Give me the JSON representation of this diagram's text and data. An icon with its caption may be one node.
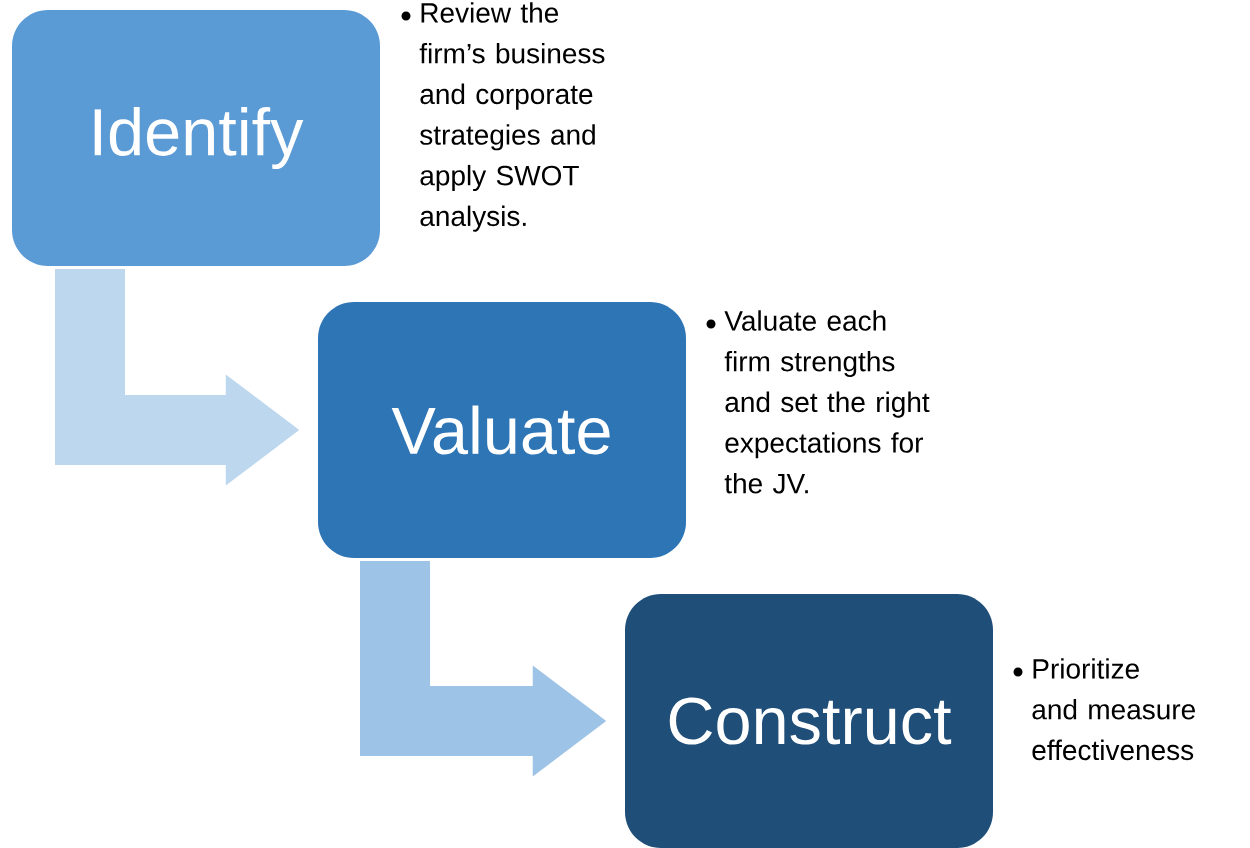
{
  "diagram": {
    "nodes": [
      {
        "text": [
          "Identify"
        ],
        "beside": [
          "Review the firm’s business and corporate strategies and apply SWOT analysis."
        ]
      },
      {
        "text": [
          "Valuate"
        ],
        "beside": [
          "Valuate each firm strengths and set the right expectations for the JV."
        ]
      },
      {
        "text": [
          "Construct"
        ],
        "beside": [
          "Prioritize and measure effectiveness"
        ]
      }
    ],
    "edges": [
      {
        "from": 0,
        "to": 1,
        "arrow": "to",
        "color": "#bdd7ee"
      },
      {
        "from": 1,
        "to": 2,
        "arrow": "to",
        "color": "#9dc3e6"
      }
    ]
  }
}
